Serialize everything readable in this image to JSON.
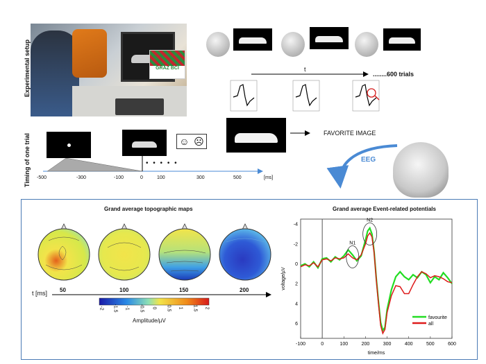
{
  "setup": {
    "label": "Experimental setup",
    "logo_text": "GRAZ BCI",
    "time_symbol": "t",
    "trials_text": "........600 trials"
  },
  "timing": {
    "label": "Timing of one trial",
    "ticks": [
      "-500",
      "-300",
      "-100",
      "0",
      "100",
      "300",
      "500"
    ],
    "unit": "[ms]",
    "dots": "• • • • •"
  },
  "favorite": {
    "label": "FAVORITE IMAGE",
    "eeg_label": "EEG"
  },
  "topo": {
    "title": "Grand average topographic maps",
    "times": [
      "50",
      "100",
      "150",
      "200"
    ],
    "axis_label": "t [ms]",
    "colorbar_ticks": [
      "-2",
      "-1.5",
      "-1",
      "-0.5",
      "0",
      "0.5",
      "1",
      "1.5",
      "2"
    ],
    "colorbar_label": "Amplitude/µV",
    "colors": {
      "low": "#1a1aa8",
      "mid": "#f2e44a",
      "high": "#d81a1a"
    }
  },
  "chart_data": {
    "type": "line",
    "title": "Grand average Event-related potentials",
    "xlabel": "time/ms",
    "ylabel": "voltage/µV",
    "xlim": [
      -100,
      600
    ],
    "ylim": [
      -4.5,
      7.5
    ],
    "y_inverted": true,
    "x_ticks": [
      -100,
      0,
      100,
      200,
      300,
      400,
      500,
      600
    ],
    "y_ticks": [
      -4,
      -2,
      0,
      2,
      4,
      6
    ],
    "annotations": [
      "N1",
      "N2"
    ],
    "legend_position": "bottom-right",
    "series": [
      {
        "name": "favourite",
        "color": "#22dd22",
        "x": [
          -100,
          -80,
          -60,
          -40,
          -20,
          0,
          20,
          40,
          60,
          80,
          100,
          120,
          140,
          160,
          180,
          200,
          210,
          220,
          230,
          240,
          250,
          260,
          270,
          280,
          290,
          300,
          320,
          340,
          360,
          380,
          400,
          420,
          440,
          460,
          480,
          500,
          520,
          540,
          560,
          580,
          600
        ],
        "y": [
          0.2,
          0.0,
          0.3,
          -0.2,
          0.4,
          -0.5,
          -0.6,
          -0.2,
          -0.7,
          -0.4,
          -0.8,
          -1.4,
          -0.9,
          -0.3,
          -0.8,
          -2.4,
          -3.3,
          -3.6,
          -3.0,
          -1.2,
          1.5,
          3.8,
          5.9,
          6.7,
          6.4,
          4.6,
          2.6,
          1.3,
          0.8,
          1.3,
          1.6,
          1.1,
          1.4,
          0.8,
          1.1,
          1.9,
          1.3,
          1.6,
          0.9,
          1.4,
          2.0
        ]
      },
      {
        "name": "all",
        "color": "#dd1a1a",
        "x": [
          -100,
          -80,
          -60,
          -40,
          -20,
          0,
          20,
          40,
          60,
          80,
          100,
          120,
          140,
          160,
          180,
          200,
          210,
          220,
          230,
          240,
          250,
          260,
          270,
          280,
          290,
          300,
          320,
          340,
          360,
          380,
          400,
          420,
          440,
          460,
          480,
          500,
          520,
          540,
          560,
          580,
          600
        ],
        "y": [
          0.3,
          0.1,
          0.2,
          -0.1,
          0.3,
          -0.4,
          -0.5,
          -0.3,
          -0.6,
          -0.5,
          -0.6,
          -1.0,
          -0.6,
          -0.4,
          -0.9,
          -2.0,
          -2.8,
          -3.1,
          -2.7,
          -1.1,
          1.6,
          4.0,
          6.2,
          7.0,
          6.6,
          4.9,
          3.2,
          2.2,
          2.3,
          3.0,
          3.0,
          2.1,
          1.3,
          0.8,
          1.0,
          1.4,
          1.2,
          1.3,
          1.5,
          1.8,
          1.9
        ]
      }
    ]
  }
}
